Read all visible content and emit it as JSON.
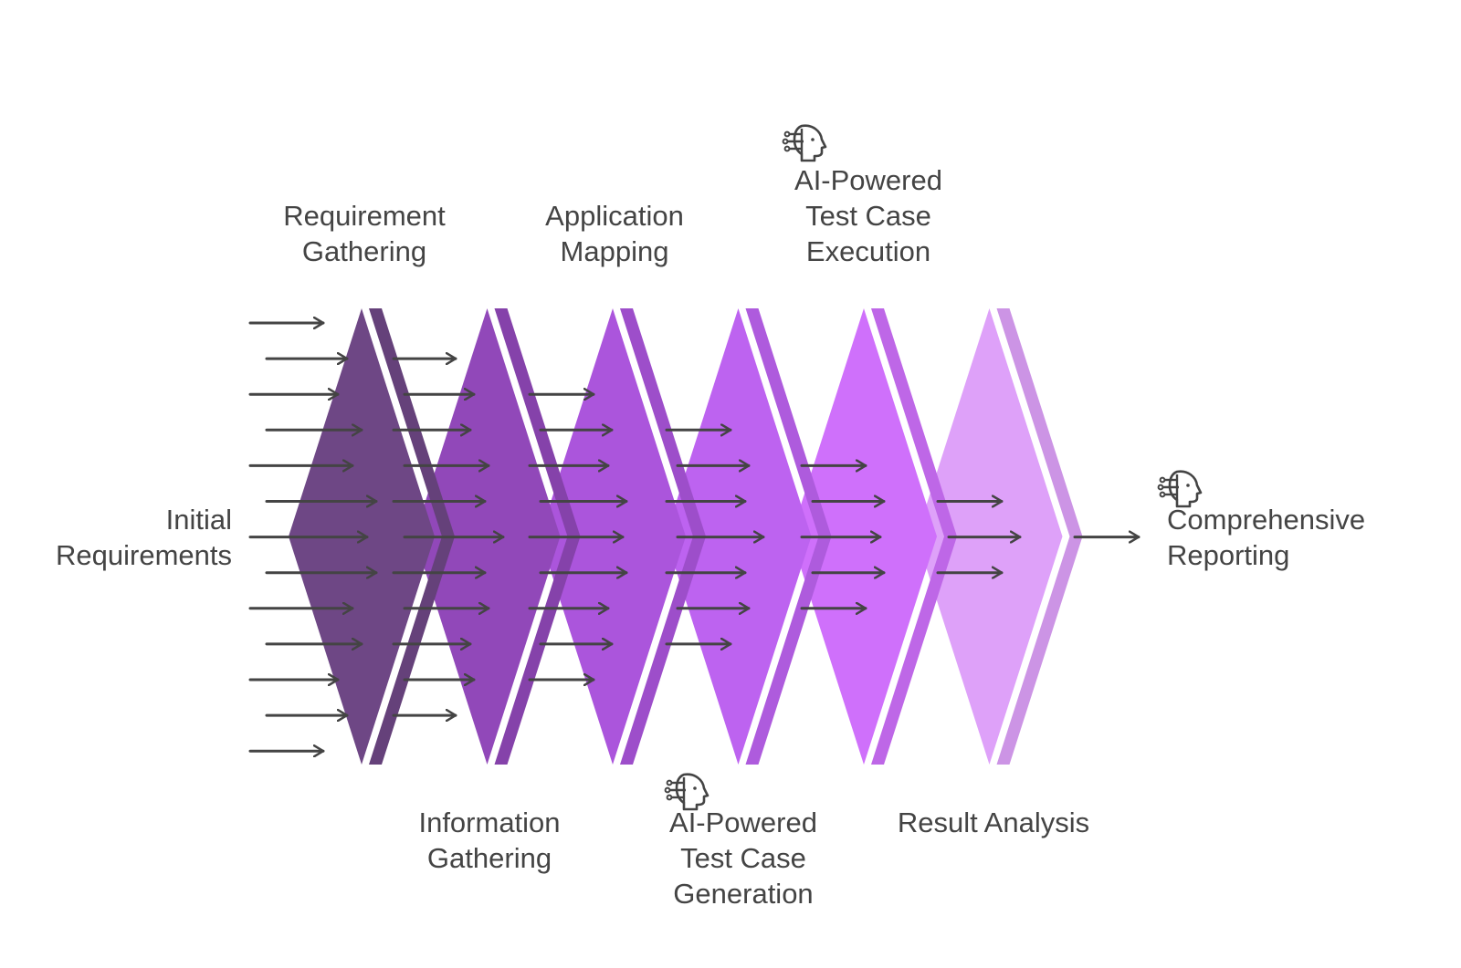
{
  "diagram": {
    "input_label": [
      "Initial",
      "Requirements"
    ],
    "output_label": [
      "Comprehensive",
      "Reporting"
    ],
    "stages": [
      {
        "label": [
          "Requirement",
          "Gathering"
        ],
        "color": "#6e4785",
        "ai_powered": false
      },
      {
        "label": [
          "Information",
          "Gathering"
        ],
        "color": "#9148b9",
        "ai_powered": false
      },
      {
        "label": [
          "Application",
          "Mapping"
        ],
        "color": "#ab55dc",
        "ai_powered": false
      },
      {
        "label": [
          "AI-Powered",
          "Test Case",
          "Generation"
        ],
        "color": "#bd63f0",
        "ai_powered": true
      },
      {
        "label": [
          "AI-Powered",
          "Test Case",
          "Execution"
        ],
        "color": "#cf70fb",
        "ai_powered": true
      },
      {
        "label": [
          "Result Analysis"
        ],
        "color": "#dea1f9",
        "ai_powered": false
      }
    ],
    "output_ai_powered": true,
    "arrow_counts": [
      13,
      11,
      9,
      7,
      5,
      3,
      1
    ],
    "arrow_color": "#444444",
    "text_color": "#444444",
    "icon": "ai-head-icon"
  }
}
